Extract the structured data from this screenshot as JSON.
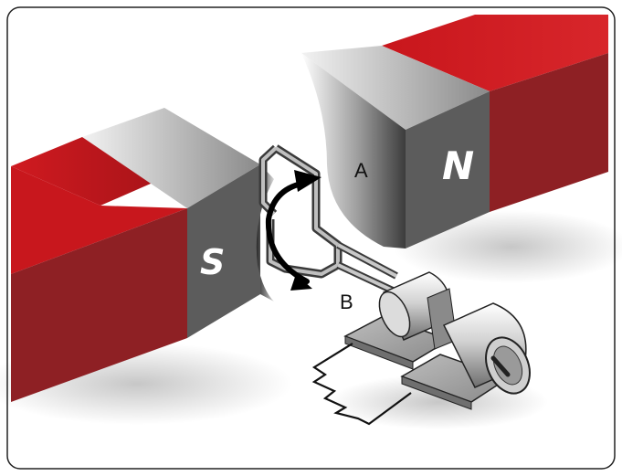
{
  "labels": {
    "south_pole": "S",
    "north_pole": "N",
    "point_a": "A",
    "point_b": "B"
  },
  "colors": {
    "magnet_red_top": "#c4161c",
    "magnet_red_front": "#8e2024",
    "pole_face": "#5c5c5c",
    "wire": "#3a3a3a",
    "background": "#ffffff",
    "border": "#222222"
  }
}
